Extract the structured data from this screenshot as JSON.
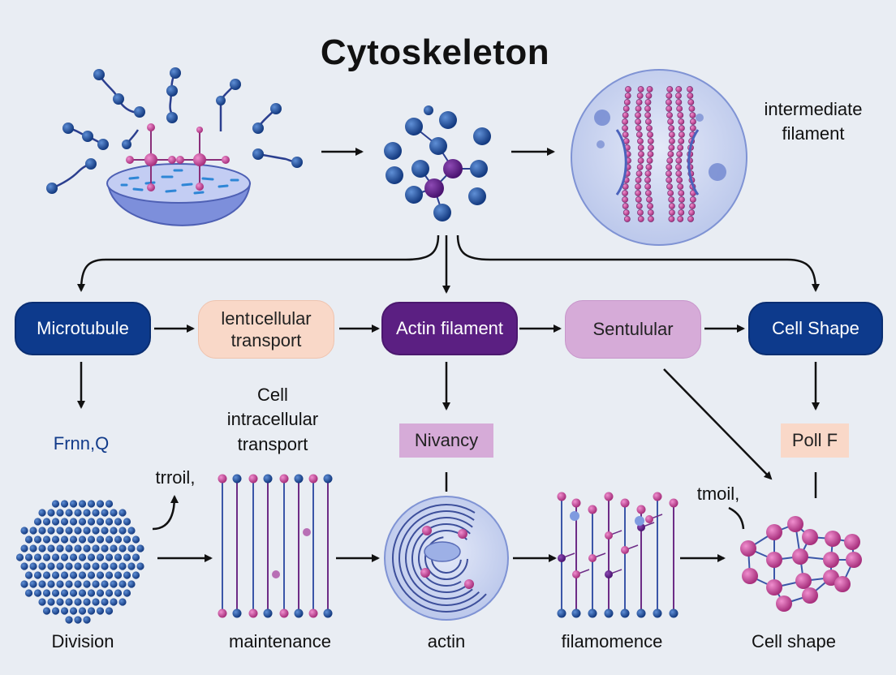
{
  "title": "Cytoskeleton",
  "top_label": "intermediate\nfilament",
  "nodes": {
    "microtubule": "Microtubule",
    "lenticellular": "lentıcellular\ntransport",
    "actin_filament": "Actin filament",
    "sentulular": "Sentulular",
    "cell_shape": "Cell Shape"
  },
  "mid_labels": {
    "frnn": "Frnn,Q",
    "cell_intracellular": "Cell\nintracellular\ntransport",
    "nivancy": "Nivancy",
    "poll": "Poll F"
  },
  "side_labels": {
    "troil": "trroil,",
    "tmoil": "tmoil,"
  },
  "bottom_labels": {
    "division": "Division",
    "maintenance": "maintenance",
    "actin": "actin",
    "filamomence": "filamomence",
    "cell_shape_lower": "Cell shape"
  },
  "colors": {
    "background": "#e9edf3",
    "dark_blue": "#0d3a8c",
    "bead_blue": "#1d4f9e",
    "magenta": "#c2408f",
    "purple": "#5b1f82",
    "lilac": "#d6abd8",
    "peach": "#f9d8c8",
    "circle_fill": "#c9d3ee"
  }
}
